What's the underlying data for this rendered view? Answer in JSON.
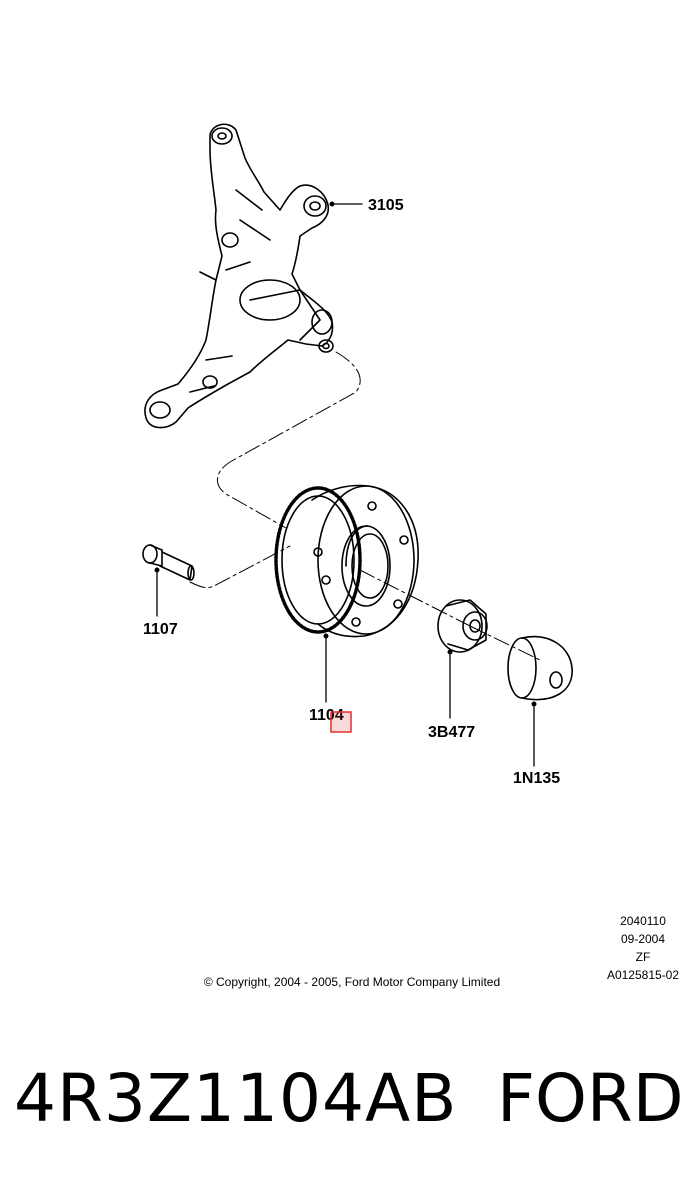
{
  "diagram": {
    "callouts": {
      "knuckle": "3105",
      "bolt": "1107",
      "hub": "1104",
      "nut": "3B477",
      "cap": "1N135"
    },
    "info_block": [
      "2040110",
      "09-2004",
      "ZF",
      "A0125815-02"
    ],
    "copyright": "© Copyright, 2004 - 2005, Ford Motor Company Limited",
    "highlight_color": "#e03030"
  },
  "footer": {
    "part_number": "4R3Z1104AB",
    "brand": "FORD"
  }
}
